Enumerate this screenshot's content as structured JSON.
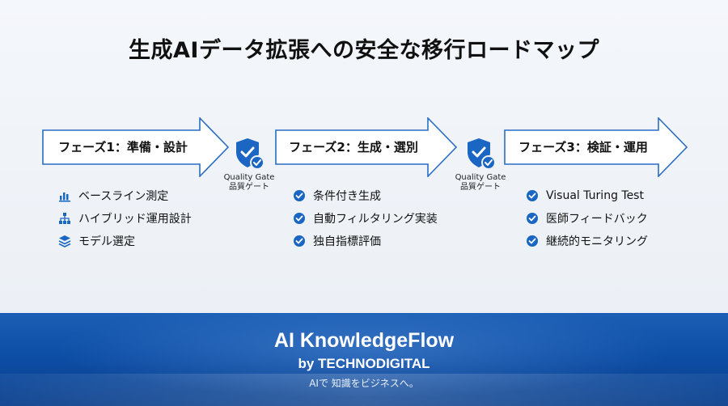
{
  "title": "生成AIデータ拡張への安全な移行ロードマップ",
  "colors": {
    "accent": "#1a66c2",
    "arrow_fill": "#ffffff",
    "footer": "#0d4ea6"
  },
  "phases": [
    {
      "label": "フェーズ1：準備・設計",
      "items": [
        {
          "icon": "bar-chart-icon",
          "text": "ベースライン測定"
        },
        {
          "icon": "hierarchy-icon",
          "text": "ハイブリッド運用設計"
        },
        {
          "icon": "layers-icon",
          "text": "モデル選定"
        }
      ]
    },
    {
      "label": "フェーズ2：生成・選別",
      "items": [
        {
          "icon": "check-circle-icon",
          "text": "条件付き生成"
        },
        {
          "icon": "check-circle-icon",
          "text": "自動フィルタリング実装"
        },
        {
          "icon": "check-circle-icon",
          "text": "独自指標評価"
        }
      ]
    },
    {
      "label": "フェーズ3：検証・運用",
      "items": [
        {
          "icon": "check-circle-icon",
          "text": "Visual Turing Test"
        },
        {
          "icon": "check-circle-icon",
          "text": "医師フィードバック"
        },
        {
          "icon": "check-circle-icon",
          "text": "継続的モニタリング"
        }
      ]
    }
  ],
  "gates": [
    {
      "en": "Quality Gate",
      "ja": "品質ゲート",
      "icon": "shield-check-icon"
    },
    {
      "en": "Quality Gate",
      "ja": "品質ゲート",
      "icon": "shield-check-icon"
    }
  ],
  "footer": {
    "brand": "AI KnowledgeFlow",
    "company": "by TECHNODIGITAL",
    "tagline": "AIで 知識をビジネスへ。"
  }
}
